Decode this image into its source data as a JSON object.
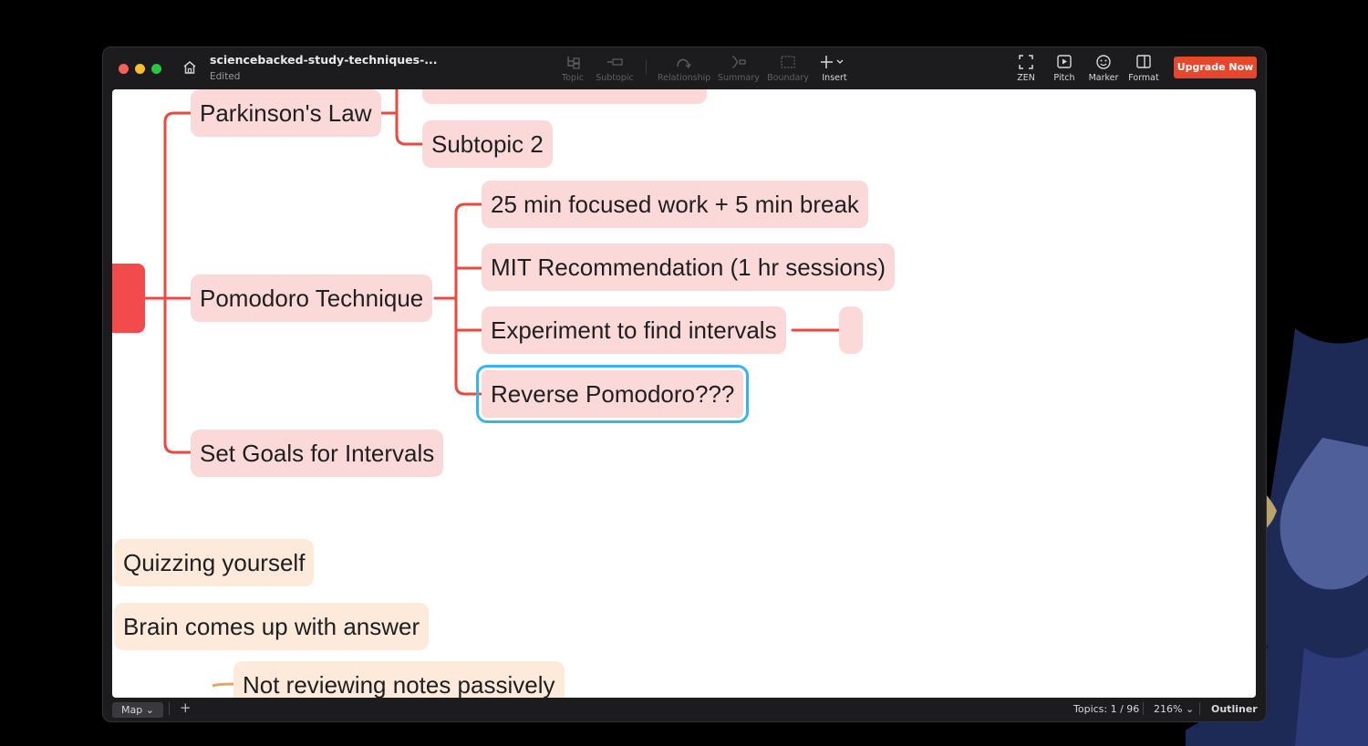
{
  "window": {
    "doc_title": "sciencebacked-study-techniques-...",
    "doc_status": "Edited"
  },
  "toolbar": {
    "topic": "Topic",
    "subtopic": "Subtopic",
    "relationship": "Relationship",
    "summary": "Summary",
    "boundary": "Boundary",
    "insert": "Insert",
    "zen": "ZEN",
    "pitch": "Pitch",
    "marker": "Marker",
    "format": "Format",
    "upgrade": "Upgrade Now"
  },
  "mindmap": {
    "parkinsons_law": "Parkinson's Law",
    "subtopic_2": "Subtopic 2",
    "pomodoro": "Pomodoro Technique",
    "pomodoro_children": [
      "25 min focused work + 5 min break",
      "MIT Recommendation (1 hr sessions)",
      "Experiment to find intervals",
      "Reverse Pomodoro???"
    ],
    "set_goals": "Set Goals for Intervals",
    "quizzing": "Quizzing yourself",
    "brain": "Brain comes up with answer",
    "not_reviewing": "Not reviewing notes passively"
  },
  "statusbar": {
    "map": "Map",
    "topics": "Topics: 1 / 96",
    "zoom": "216%",
    "outliner": "Outliner"
  },
  "colors": {
    "branch": "#ea4a3e",
    "selection": "#35b5ea",
    "upgrade": "#e8472b",
    "topic_fill": "#fcd9d9",
    "peach_fill": "#fdeadb"
  }
}
